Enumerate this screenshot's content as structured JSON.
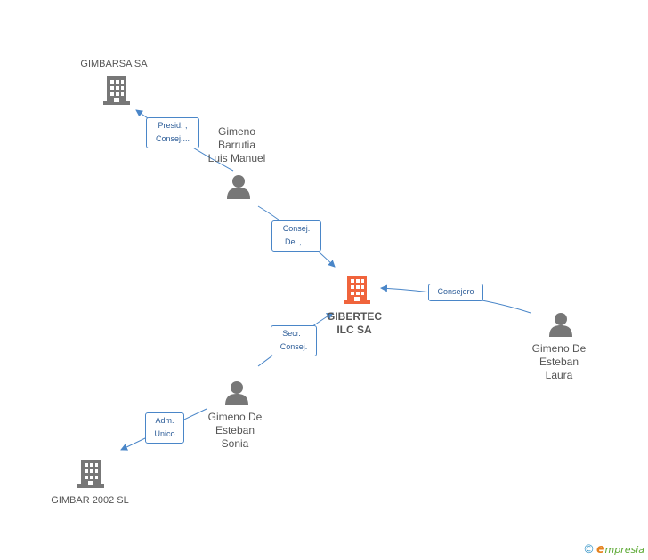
{
  "nodes": {
    "gimbarsa": {
      "label": "GIMBARSA SA",
      "type": "company"
    },
    "gibertec": {
      "label": "GIBERTEC\nILC SA",
      "type": "company-focus"
    },
    "gimbar2002": {
      "label": "GIMBAR 2002 SL",
      "type": "company"
    },
    "gimeno_barrutia": {
      "label": "Gimeno\nBarrutia\nLuis Manuel",
      "type": "person"
    },
    "gimeno_laura": {
      "label": "Gimeno De\nEsteban\nLaura",
      "type": "person"
    },
    "gimeno_sonia": {
      "label": "Gimeno De\nEsteban\nSonia",
      "type": "person"
    }
  },
  "edges": [
    {
      "from": "gimeno_barrutia",
      "to": "gimbarsa",
      "label": "Presid. ,\nConsej...."
    },
    {
      "from": "gimeno_barrutia",
      "to": "gibertec",
      "label": "Consej.\nDel.,..."
    },
    {
      "from": "gimeno_laura",
      "to": "gibertec",
      "label": "Consejero"
    },
    {
      "from": "gimeno_sonia",
      "to": "gibertec",
      "label": "Secr. ,\nConsej."
    },
    {
      "from": "gimeno_sonia",
      "to": "gimbar2002",
      "label": "Adm.\nUnico"
    }
  ],
  "colors": {
    "company": "#777777",
    "focus": "#f0643c",
    "person": "#777777",
    "edge": "#4a86c8"
  },
  "branding": {
    "copyright": "©",
    "e": "e",
    "rest": "mpresia"
  }
}
